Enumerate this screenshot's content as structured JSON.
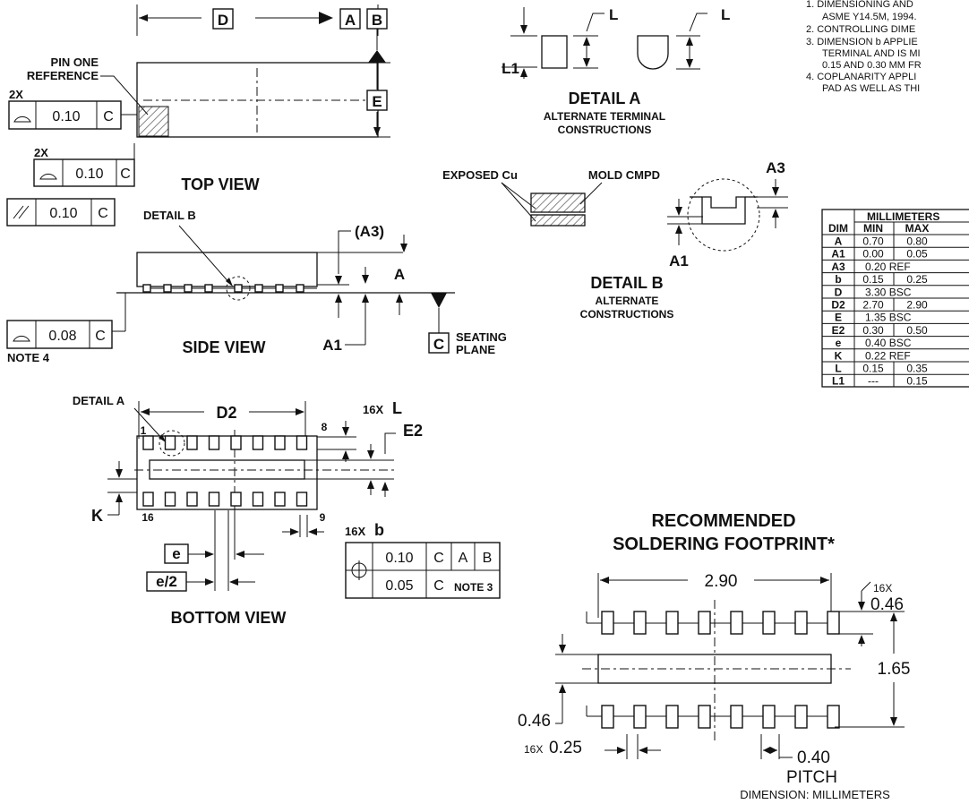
{
  "top_view": {
    "title": "TOP VIEW",
    "dim_d": "D",
    "dim_e": "E",
    "datum_a": "A",
    "datum_b": "B",
    "pin_one_ref": "PIN ONE",
    "pin_one_ref2": "REFERENCE",
    "fcf1": {
      "count": "2X",
      "value": "0.10",
      "datum": "C"
    },
    "fcf2": {
      "count": "2X",
      "value": "0.10",
      "datum": "C"
    }
  },
  "side_view": {
    "title": "SIDE VIEW",
    "detail_b": "DETAIL B",
    "a3": "(A3)",
    "a": "A",
    "a1": "A1",
    "datum_c": "C",
    "seating": "SEATING",
    "plane": "PLANE",
    "fcf_parallel": {
      "value": "0.10",
      "datum": "C"
    },
    "fcf_flat": {
      "value": "0.08",
      "datum": "C"
    },
    "note4": "NOTE 4"
  },
  "detail_a": {
    "title": "DETAIL A",
    "sub1": "ALTERNATE TERMINAL",
    "sub2": "CONSTRUCTIONS",
    "l": "L",
    "l2": "L",
    "l1": "L1"
  },
  "detail_b": {
    "title": "DETAIL B",
    "sub1": "ALTERNATE",
    "sub2": "CONSTRUCTIONS",
    "exposed": "EXPOSED Cu",
    "mold": "MOLD CMPD",
    "a3": "A3",
    "a1": "A1"
  },
  "notes": {
    "n1a": "1.  DIMENSIONING AND",
    "n1b": "ASME Y14.5M, 1994.",
    "n2": "2.  CONTROLLING DIME",
    "n3a": "3.  DIMENSION b APPLIE",
    "n3b": "TERMINAL AND IS MI",
    "n3c": "0.15 AND 0.30 MM FR",
    "n4a": "4.  COPLANARITY APPLI",
    "n4b": "PAD AS WELL AS THI"
  },
  "dim_table": {
    "group_header": "MILLIMETERS",
    "columns": [
      "DIM",
      "MIN",
      "MAX"
    ],
    "rows": [
      [
        "A",
        "0.70",
        "0.80"
      ],
      [
        "A1",
        "0.00",
        "0.05"
      ],
      [
        "A3",
        "0.20 REF",
        ""
      ],
      [
        "b",
        "0.15",
        "0.25"
      ],
      [
        "D",
        "3.30 BSC",
        ""
      ],
      [
        "D2",
        "2.70",
        "2.90"
      ],
      [
        "E",
        "1.35 BSC",
        ""
      ],
      [
        "E2",
        "0.30",
        "0.50"
      ],
      [
        "e",
        "0.40 BSC",
        ""
      ],
      [
        "K",
        "0.22 REF",
        ""
      ],
      [
        "L",
        "0.15",
        "0.35"
      ],
      [
        "L1",
        "---",
        "0.15"
      ]
    ]
  },
  "bottom_view": {
    "title": "BOTTOM VIEW",
    "detail_a": "DETAIL A",
    "d2": "D2",
    "pin1": "1",
    "pin8": "8",
    "pin9": "9",
    "pin16": "16",
    "l16x": "16X",
    "l": "L",
    "e2": "E2",
    "k": "K",
    "b16x": "16X",
    "b": "b",
    "e": "e",
    "e_half": "e/2",
    "fcf_pos": {
      "v1": "0.10",
      "c": "C",
      "a": "A",
      "b": "B",
      "v2": "0.05",
      "c2": "C",
      "note": "NOTE 3"
    }
  },
  "footprint": {
    "title1": "RECOMMENDED",
    "title2": "SOLDERING FOOTPRINT*",
    "w": "2.90",
    "pad16x": "16X",
    "pad_h": "0.46",
    "height": "1.65",
    "pad_h2": "0.46",
    "pad_w16x": "16X",
    "pad_w": "0.25",
    "pitch_v": "0.40",
    "pitch": "PITCH",
    "units": "DIMENSION: MILLIMETERS"
  }
}
